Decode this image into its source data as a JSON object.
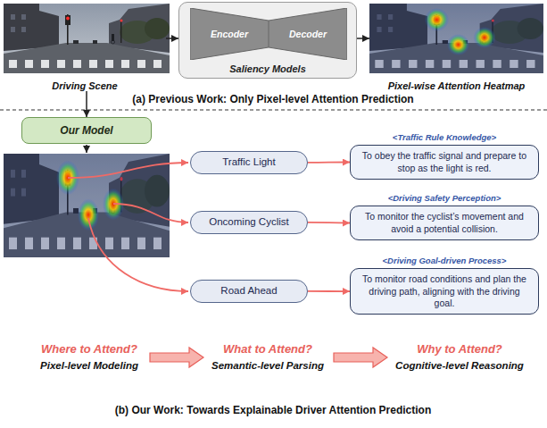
{
  "diagram": {
    "nodes": [
      {
        "text": [
          "Driving Scene"
        ]
      },
      {
        "text": [
          "Saliency Models"
        ]
      },
      {
        "text": [
          "Encoder"
        ],
        "in": 1
      },
      {
        "text": [
          "Decoder"
        ],
        "in": 1
      },
      {
        "text": [
          "Pixel-wise Attention Heatmap"
        ]
      },
      {
        "text": [
          "Our Model"
        ]
      },
      {
        "text": [
          "Traffic Light"
        ]
      },
      {
        "text": [
          "Oncoming Cyclist"
        ]
      },
      {
        "text": [
          "Road Ahead"
        ]
      },
      {
        "text": [
          "<Traffic Rule Knowledge>",
          "To obey the traffic signal and prepare to stop as the light is red."
        ]
      },
      {
        "text": [
          "<Driving Safety Perception>",
          "To monitor the cyclist’s movement and avoid a potential collision."
        ]
      },
      {
        "text": [
          "<Driving Goal-driven Process>",
          "To monitor road conditions and plan the driving path, aligning with the driving goal."
        ]
      }
    ],
    "edges": [
      {
        "from": 0,
        "to": 1,
        "arrow": "to"
      },
      {
        "from": 1,
        "to": 4,
        "arrow": "to"
      },
      {
        "from": 0,
        "to": 5,
        "arrow": "to"
      },
      {
        "from": 6,
        "to": 9,
        "arrow": "to"
      },
      {
        "from": 7,
        "to": 10,
        "arrow": "to"
      },
      {
        "from": 8,
        "to": 11,
        "arrow": "to"
      }
    ],
    "labels": [
      "(a) Previous Work: Only Pixel-level Attention Prediction",
      "Where to Attend?",
      "Pixel-level Modeling",
      "What to Attend?",
      "Semantic-level Parsing",
      "Why to Attend?",
      "Cognitive-level Reasoning",
      "(b) Our Work: Towards Explainable Driver Attention Prediction"
    ]
  }
}
